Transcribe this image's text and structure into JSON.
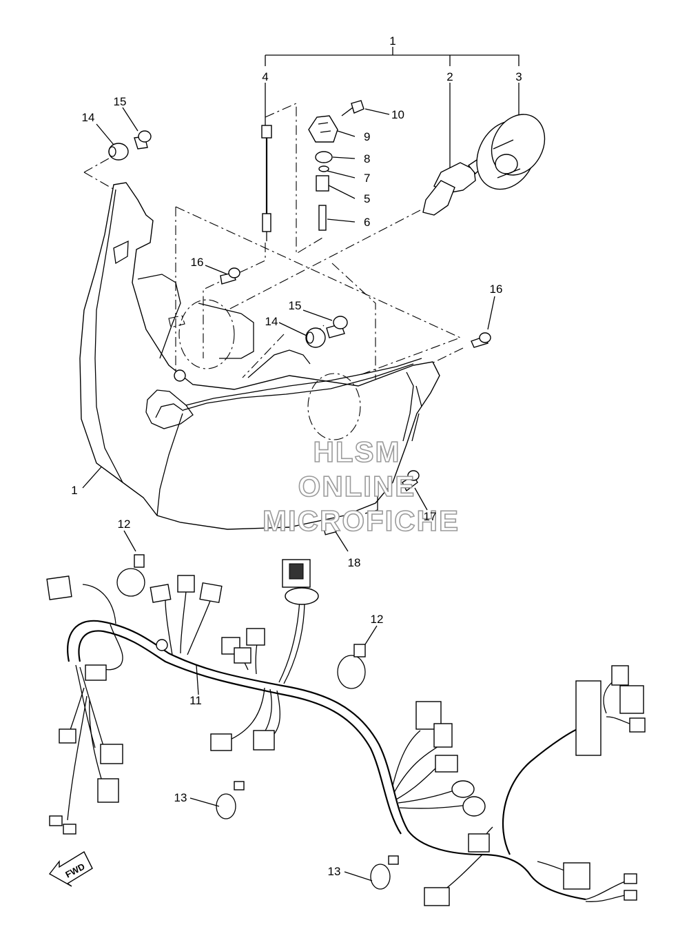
{
  "callouts": {
    "c1_top": "1",
    "c2": "2",
    "c3": "3",
    "c4": "4",
    "c5": "5",
    "c6": "6",
    "c7": "7",
    "c8": "8",
    "c9": "9",
    "c10": "10",
    "c11": "11",
    "c12_a": "12",
    "c12_b": "12",
    "c13_a": "13",
    "c13_b": "13",
    "c14_a": "14",
    "c14_b": "14",
    "c15_a": "15",
    "c15_b": "15",
    "c16_a": "16",
    "c16_b": "16",
    "c17": "17",
    "c18": "18",
    "c1_left": "1"
  },
  "watermark": {
    "line1": "HLSM",
    "line2": "ONLINE",
    "line3": "MICROFICHE"
  },
  "fwd_label": "FWD",
  "icons": {
    "fwd_arrow": "fwd-arrow-icon"
  }
}
